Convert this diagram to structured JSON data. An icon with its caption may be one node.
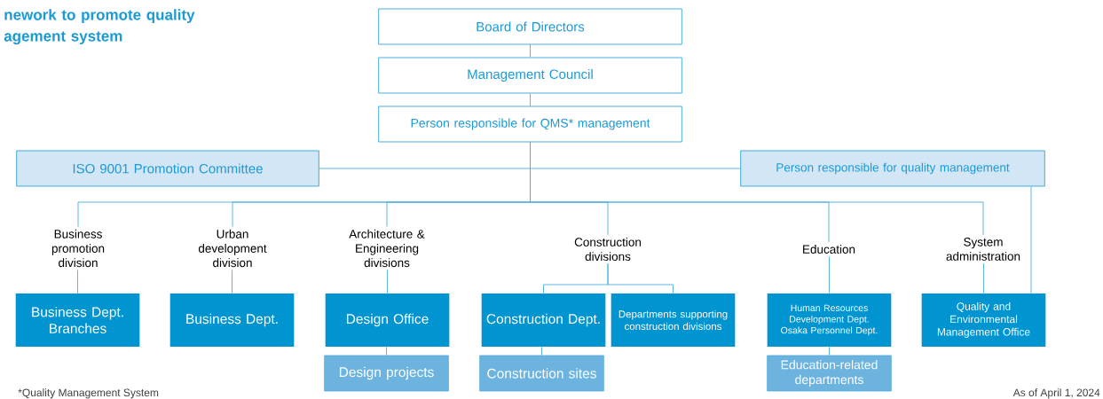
{
  "diagram": {
    "title": "nework to promote quality agement system",
    "nodes": [
      {
        "text": [
          "Board of Directors"
        ]
      },
      {
        "text": [
          "Management Council"
        ]
      },
      {
        "text": [
          "Person responsible for QMS* management"
        ]
      },
      {
        "text": [
          "ISO 9001 Promotion Committee"
        ]
      },
      {
        "text": [
          "Person responsible for quality management"
        ]
      },
      {
        "text": [
          "Business promotion division"
        ]
      },
      {
        "text": [
          "Urban development division"
        ]
      },
      {
        "text": [
          "Architecture & Engineering divisions"
        ]
      },
      {
        "text": [
          "Construction divisions"
        ]
      },
      {
        "text": [
          "Education"
        ]
      },
      {
        "text": [
          "System administration"
        ]
      },
      {
        "text": [
          "Business Dept. Branches"
        ]
      },
      {
        "text": [
          "Business Dept."
        ]
      },
      {
        "text": [
          "Design Office"
        ]
      },
      {
        "text": [
          "Design projects"
        ]
      },
      {
        "text": [
          "Construction Dept."
        ]
      },
      {
        "text": [
          "Departments supporting construction divisions"
        ]
      },
      {
        "text": [
          "Construction sites"
        ]
      },
      {
        "text": [
          "Human Resources Development Dept.",
          "Osaka Personnel Dept."
        ]
      },
      {
        "text": [
          "Education-related departments"
        ]
      },
      {
        "text": [
          "Quality and Environmental Management Office"
        ]
      }
    ],
    "edges": [
      {
        "from": 0,
        "to": 1,
        "arrow": "none"
      },
      {
        "from": 1,
        "to": 2,
        "arrow": "none"
      },
      {
        "from": 2,
        "to": 3,
        "arrow": "none"
      },
      {
        "from": 2,
        "to": 4,
        "arrow": "none"
      },
      {
        "from": 2,
        "to": 5,
        "arrow": "none"
      },
      {
        "from": 2,
        "to": 6,
        "arrow": "none"
      },
      {
        "from": 2,
        "to": 7,
        "arrow": "none"
      },
      {
        "from": 2,
        "to": 8,
        "arrow": "none"
      },
      {
        "from": 2,
        "to": 9,
        "arrow": "none"
      },
      {
        "from": 2,
        "to": 10,
        "arrow": "none"
      },
      {
        "from": 5,
        "to": 11,
        "arrow": "none"
      },
      {
        "from": 6,
        "to": 12,
        "arrow": "none"
      },
      {
        "from": 7,
        "to": 13,
        "arrow": "none"
      },
      {
        "from": 13,
        "to": 14,
        "arrow": "none"
      },
      {
        "from": 8,
        "to": 15,
        "arrow": "none"
      },
      {
        "from": 8,
        "to": 16,
        "arrow": "none"
      },
      {
        "from": 15,
        "to": 17,
        "arrow": "none"
      },
      {
        "from": 9,
        "to": 18,
        "arrow": "none"
      },
      {
        "from": 18,
        "to": 19,
        "arrow": "none"
      },
      {
        "from": 10,
        "to": 20,
        "arrow": "none"
      },
      {
        "from": 4,
        "to": 20,
        "arrow": "none"
      }
    ],
    "labels": [
      "*Quality Management System",
      "As of April 1, 2024"
    ]
  }
}
